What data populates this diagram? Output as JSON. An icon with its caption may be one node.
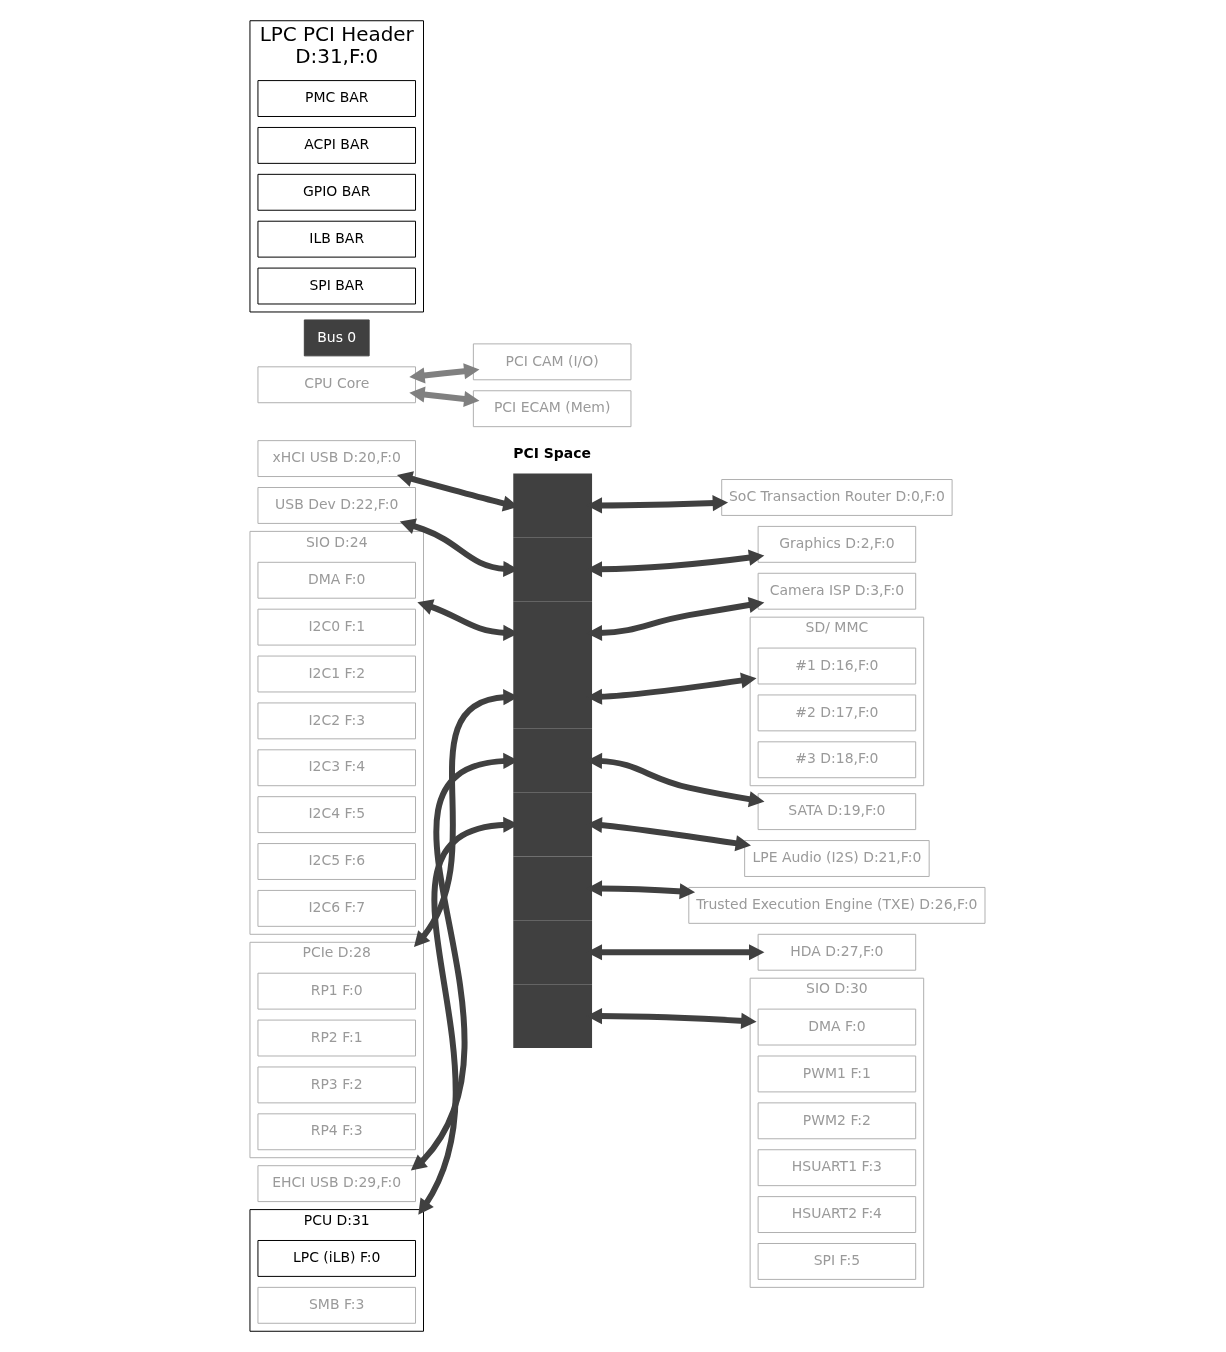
{
  "diagram": {
    "nodes": [
      {
        "text": [
          "PCI Space"
        ]
      },
      {
        "text": [
          "CPU Core"
        ]
      },
      {
        "text": [
          "PCI CAM (I/O)"
        ]
      },
      {
        "text": [
          "PCI ECAM (Mem)"
        ]
      },
      {
        "text": [
          "Bus 0"
        ]
      },
      {
        "text": [
          "SoC Transaction Router D:0,F:0"
        ]
      },
      {
        "text": [
          "Graphics D:2,F:0"
        ]
      },
      {
        "text": [
          "Camera ISP D:3,F:0"
        ]
      },
      {
        "text": [
          "SD/ MMC"
        ]
      },
      {
        "text": [
          "#1 D:16,F:0"
        ],
        "in": 8
      },
      {
        "text": [
          "#2 D:17,F:0"
        ],
        "in": 8
      },
      {
        "text": [
          "#3 D:18,F:0"
        ],
        "in": 8
      },
      {
        "text": [
          "SATA D:19,F:0"
        ]
      },
      {
        "text": [
          "LPE Audio (I2S) D:21,F:0"
        ]
      },
      {
        "text": [
          "Trusted Execution Engine (TXE) D:26,F:0"
        ]
      },
      {
        "text": [
          "HDA D:27,F:0"
        ]
      },
      {
        "text": [
          "SIO D:30"
        ]
      },
      {
        "text": [
          "DMA F:0"
        ],
        "in": 16
      },
      {
        "text": [
          "PWM1 F:1"
        ],
        "in": 16
      },
      {
        "text": [
          "PWM2 F:2"
        ],
        "in": 16
      },
      {
        "text": [
          "HSUART1 F:3"
        ],
        "in": 16
      },
      {
        "text": [
          "HSUART2 F:4"
        ],
        "in": 16
      },
      {
        "text": [
          "SPI F:5"
        ],
        "in": 16
      },
      {
        "text": [
          "xHCI USB D:20,F:0"
        ]
      },
      {
        "text": [
          "USB Dev D:22,F:0"
        ]
      },
      {
        "text": [
          "SIO D:24"
        ]
      },
      {
        "text": [
          "DMA F:0"
        ],
        "in": 25
      },
      {
        "text": [
          "I2C0 F:1"
        ],
        "in": 25
      },
      {
        "text": [
          "I2C1 F:2"
        ],
        "in": 25
      },
      {
        "text": [
          "I2C2 F:3"
        ],
        "in": 25
      },
      {
        "text": [
          "I2C3 F:4"
        ],
        "in": 25
      },
      {
        "text": [
          "I2C4 F:5"
        ],
        "in": 25
      },
      {
        "text": [
          "I2C5 F:6"
        ],
        "in": 25
      },
      {
        "text": [
          "I2C6 F:7"
        ],
        "in": 25
      },
      {
        "text": [
          "PCIe D:28"
        ]
      },
      {
        "text": [
          "RP1 F:0"
        ],
        "in": 34
      },
      {
        "text": [
          "RP2 F:1"
        ],
        "in": 34
      },
      {
        "text": [
          "RP3 F:2"
        ],
        "in": 34
      },
      {
        "text": [
          "RP4 F:3"
        ],
        "in": 34
      },
      {
        "text": [
          "EHCI USB D:29,F:0"
        ]
      },
      {
        "text": [
          "PCU D:31"
        ]
      },
      {
        "text": [
          "LPC (iLB) F:0"
        ],
        "in": 40
      },
      {
        "text": [
          "SMB F:3"
        ],
        "in": 40
      },
      {
        "text": [
          "LPC PCI Header",
          "D:31,F:0"
        ]
      },
      {
        "text": [
          "PMC BAR"
        ],
        "in": 43
      },
      {
        "text": [
          "ACPI BAR"
        ],
        "in": 43
      },
      {
        "text": [
          "GPIO BAR"
        ],
        "in": 43
      },
      {
        "text": [
          "ILB BAR"
        ],
        "in": 43
      },
      {
        "text": [
          "SPI BAR"
        ],
        "in": 43
      }
    ],
    "edges": [
      {
        "from": 1,
        "to": 2,
        "arrow": "both",
        "color": "#808080"
      },
      {
        "from": 1,
        "to": 3,
        "arrow": "both",
        "color": "#808080"
      },
      {
        "from": 0,
        "to": 5,
        "arrow": "both"
      },
      {
        "from": 0,
        "to": 6,
        "arrow": "both"
      },
      {
        "from": 0,
        "to": 7,
        "arrow": "both"
      },
      {
        "from": 0,
        "to": 8,
        "arrow": "both"
      },
      {
        "from": 0,
        "to": 12,
        "arrow": "both"
      },
      {
        "from": 0,
        "to": 13,
        "arrow": "both"
      },
      {
        "from": 0,
        "to": 14,
        "arrow": "both"
      },
      {
        "from": 0,
        "to": 15,
        "arrow": "both"
      },
      {
        "from": 0,
        "to": 16,
        "arrow": "both"
      },
      {
        "from": 23,
        "to": 0,
        "arrow": "both"
      },
      {
        "from": 24,
        "to": 0,
        "arrow": "both"
      },
      {
        "from": 25,
        "to": 0,
        "arrow": "both"
      },
      {
        "from": 34,
        "to": 0,
        "arrow": "both"
      },
      {
        "from": 39,
        "to": 0,
        "arrow": "both"
      },
      {
        "from": 40,
        "to": 0,
        "arrow": "both"
      }
    ]
  }
}
